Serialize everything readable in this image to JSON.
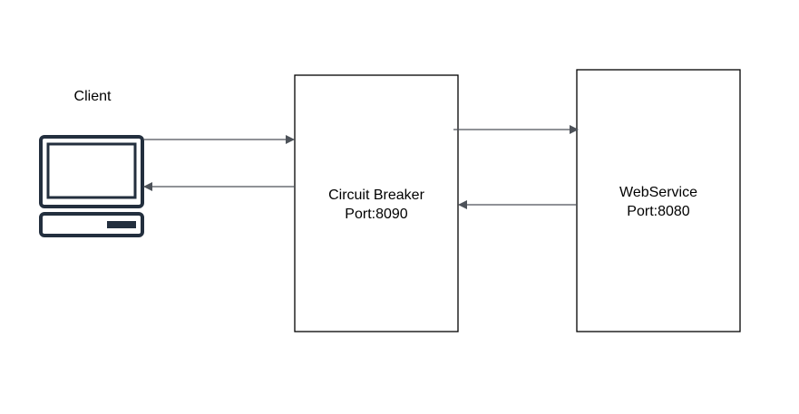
{
  "client": {
    "label": "Client",
    "icon": "computer-terminal-icon"
  },
  "circuit_breaker": {
    "name": "Circuit Breaker",
    "port": "Port:8090"
  },
  "webservice": {
    "name": "WebService",
    "port": "Port:8080"
  },
  "colors": {
    "box_stroke": "#000000",
    "arrow": "#4d5259",
    "icon": "#232f3e"
  }
}
